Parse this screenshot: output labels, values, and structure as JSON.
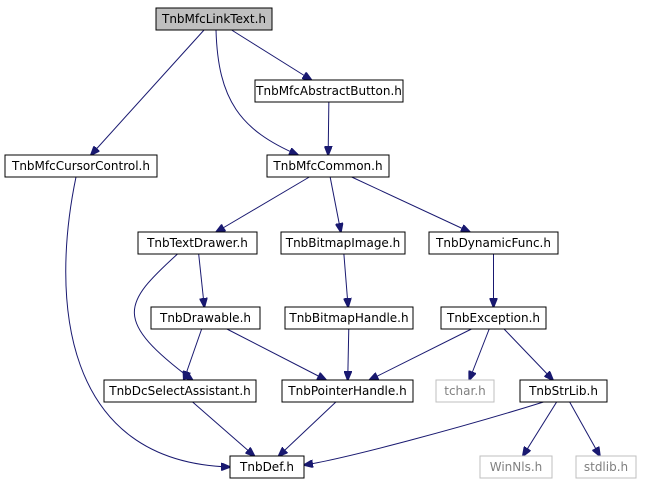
{
  "colors": {
    "edge": "#191970",
    "border": "#000000",
    "border_external": "#bfbfbf",
    "text": "#000000",
    "text_external": "#808080",
    "root_fill": "#bfbfbf",
    "fill": "#ffffff"
  },
  "nodes": [
    {
      "id": "root",
      "label": "TnbMfcLinkText.h",
      "style": "root"
    },
    {
      "id": "abstract",
      "label": "TnbMfcAbstractButton.h",
      "style": "normal"
    },
    {
      "id": "cursor",
      "label": "TnbMfcCursorControl.h",
      "style": "normal"
    },
    {
      "id": "common",
      "label": "TnbMfcCommon.h",
      "style": "normal"
    },
    {
      "id": "textdrawer",
      "label": "TnbTextDrawer.h",
      "style": "normal"
    },
    {
      "id": "bitmapimage",
      "label": "TnbBitmapImage.h",
      "style": "normal"
    },
    {
      "id": "dynfunc",
      "label": "TnbDynamicFunc.h",
      "style": "normal"
    },
    {
      "id": "drawable",
      "label": "TnbDrawable.h",
      "style": "normal"
    },
    {
      "id": "bitmaphandle",
      "label": "TnbBitmapHandle.h",
      "style": "normal"
    },
    {
      "id": "exception",
      "label": "TnbException.h",
      "style": "normal"
    },
    {
      "id": "dcselect",
      "label": "TnbDcSelectAssistant.h",
      "style": "normal"
    },
    {
      "id": "pointer",
      "label": "TnbPointerHandle.h",
      "style": "normal"
    },
    {
      "id": "tchar",
      "label": "tchar.h",
      "style": "external"
    },
    {
      "id": "strlib",
      "label": "TnbStrLib.h",
      "style": "normal"
    },
    {
      "id": "def",
      "label": "TnbDef.h",
      "style": "normal"
    },
    {
      "id": "winnls",
      "label": "WinNls.h",
      "style": "external"
    },
    {
      "id": "stdlib",
      "label": "stdlib.h",
      "style": "external"
    }
  ],
  "edges": [
    {
      "from": "root",
      "to": "abstract"
    },
    {
      "from": "root",
      "to": "cursor"
    },
    {
      "from": "root",
      "to": "common"
    },
    {
      "from": "abstract",
      "to": "common"
    },
    {
      "from": "cursor",
      "to": "def"
    },
    {
      "from": "common",
      "to": "textdrawer"
    },
    {
      "from": "common",
      "to": "bitmapimage"
    },
    {
      "from": "common",
      "to": "dynfunc"
    },
    {
      "from": "textdrawer",
      "to": "drawable"
    },
    {
      "from": "textdrawer",
      "to": "dcselect"
    },
    {
      "from": "bitmapimage",
      "to": "bitmaphandle"
    },
    {
      "from": "dynfunc",
      "to": "exception"
    },
    {
      "from": "drawable",
      "to": "dcselect"
    },
    {
      "from": "drawable",
      "to": "pointer"
    },
    {
      "from": "bitmaphandle",
      "to": "pointer"
    },
    {
      "from": "exception",
      "to": "pointer"
    },
    {
      "from": "exception",
      "to": "tchar"
    },
    {
      "from": "exception",
      "to": "strlib"
    },
    {
      "from": "dcselect",
      "to": "def"
    },
    {
      "from": "pointer",
      "to": "def"
    },
    {
      "from": "strlib",
      "to": "def"
    },
    {
      "from": "strlib",
      "to": "winnls"
    },
    {
      "from": "strlib",
      "to": "stdlib"
    }
  ]
}
